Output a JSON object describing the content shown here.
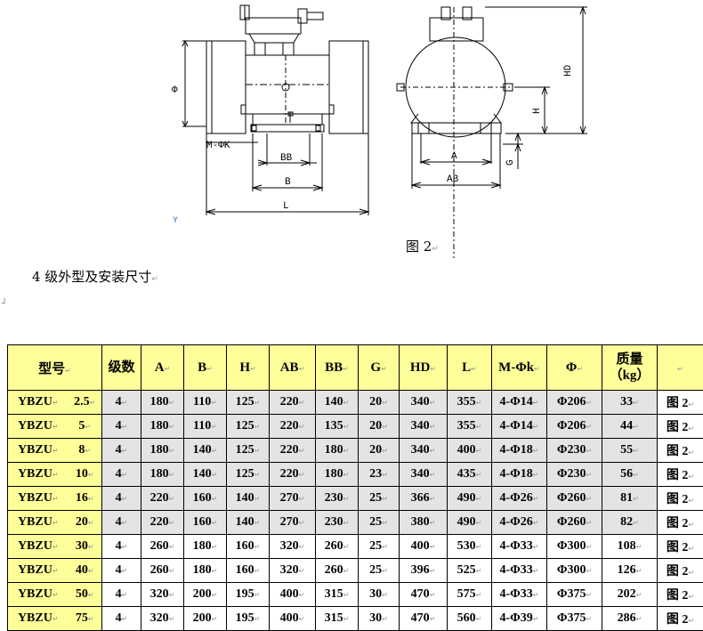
{
  "figure_caption": "图 2",
  "section_title": "4 级外型及安装尺寸",
  "drawing": {
    "labels": {
      "phi": "Φ",
      "mk": "M-ΦK",
      "bb": "BB",
      "b": "B",
      "l": "L",
      "a": "A",
      "ab": "AB",
      "g": "G",
      "h": "H",
      "hd": "HD",
      "y": "Y"
    }
  },
  "table": {
    "headers": {
      "model": "型号",
      "poles": "级数",
      "A": "A",
      "B": "B",
      "H": "H",
      "AB": "AB",
      "BB": "BB",
      "G": "G",
      "HD": "HD",
      "L": "L",
      "MK": "M-Φk",
      "Phi": "Φ",
      "mass": "质量（kg）",
      "fig": ""
    },
    "rows": [
      {
        "series": "YBZU",
        "size": "2.5",
        "poles": "4",
        "A": "180",
        "B": "110",
        "H": "125",
        "AB": "220",
        "BB": "140",
        "G": "20",
        "HD": "340",
        "L": "355",
        "MK": "4-Φ14",
        "Phi": "Φ206",
        "mass": "33",
        "fig": "图 2"
      },
      {
        "series": "YBZU",
        "size": "5",
        "poles": "4",
        "A": "180",
        "B": "110",
        "H": "125",
        "AB": "220",
        "BB": "135",
        "G": "20",
        "HD": "340",
        "L": "355",
        "MK": "4-Φ14",
        "Phi": "Φ206",
        "mass": "44",
        "fig": "图 2"
      },
      {
        "series": "YBZU",
        "size": "8",
        "poles": "4",
        "A": "180",
        "B": "140",
        "H": "125",
        "AB": "220",
        "BB": "180",
        "G": "20",
        "HD": "340",
        "L": "400",
        "MK": "4-Φ18",
        "Phi": "Φ230",
        "mass": "55",
        "fig": "图 2"
      },
      {
        "series": "YBZU",
        "size": "10",
        "poles": "4",
        "A": "180",
        "B": "140",
        "H": "125",
        "AB": "220",
        "BB": "180",
        "G": "23",
        "HD": "340",
        "L": "435",
        "MK": "4-Φ18",
        "Phi": "Φ230",
        "mass": "56",
        "fig": "图 2"
      },
      {
        "series": "YBZU",
        "size": "16",
        "poles": "4",
        "A": "220",
        "B": "160",
        "H": "140",
        "AB": "270",
        "BB": "230",
        "G": "25",
        "HD": "366",
        "L": "490",
        "MK": "4-Φ26",
        "Phi": "Φ260",
        "mass": "81",
        "fig": "图 2"
      },
      {
        "series": "YBZU",
        "size": "20",
        "poles": "4",
        "A": "220",
        "B": "160",
        "H": "140",
        "AB": "270",
        "BB": "230",
        "G": "25",
        "HD": "380",
        "L": "490",
        "MK": "4-Φ26",
        "Phi": "Φ260",
        "mass": "82",
        "fig": "图 2"
      },
      {
        "series": "YBZU",
        "size": "30",
        "poles": "4",
        "A": "260",
        "B": "180",
        "H": "160",
        "AB": "320",
        "BB": "260",
        "G": "25",
        "HD": "400",
        "L": "530",
        "MK": "4-Φ33",
        "Phi": "Φ300",
        "mass": "108",
        "fig": "图 2"
      },
      {
        "series": "YBZU",
        "size": "40",
        "poles": "4",
        "A": "260",
        "B": "180",
        "H": "160",
        "AB": "320",
        "BB": "260",
        "G": "25",
        "HD": "396",
        "L": "525",
        "MK": "4-Φ33",
        "Phi": "Φ300",
        "mass": "126",
        "fig": "图 2"
      },
      {
        "series": "YBZU",
        "size": "50",
        "poles": "4",
        "A": "320",
        "B": "200",
        "H": "195",
        "AB": "400",
        "BB": "315",
        "G": "30",
        "HD": "470",
        "L": "575",
        "MK": "4-Φ33",
        "Phi": "Φ375",
        "mass": "202",
        "fig": "图 2"
      },
      {
        "series": "YBZU",
        "size": "75",
        "poles": "4",
        "A": "320",
        "B": "200",
        "H": "195",
        "AB": "400",
        "BB": "315",
        "G": "30",
        "HD": "470",
        "L": "560",
        "MK": "4-Φ39",
        "Phi": "Φ375",
        "mass": "286",
        "fig": "图 2"
      }
    ]
  }
}
